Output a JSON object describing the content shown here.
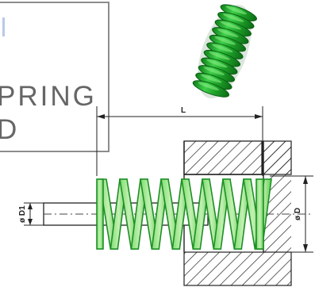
{
  "title": {
    "line1": "PRING",
    "line2": "D"
  },
  "dimensions": {
    "length_label": "L",
    "outer_diameter_label": "ø D",
    "inner_diameter_label": "ø D1"
  },
  "colors": {
    "spring_green": "#2bbf2b",
    "spring_green_dark": "#118a1a",
    "line": "#333333",
    "frame": "#8c8c8c"
  },
  "icons": {
    "spring_photo": "green-coil-spring-icon"
  }
}
